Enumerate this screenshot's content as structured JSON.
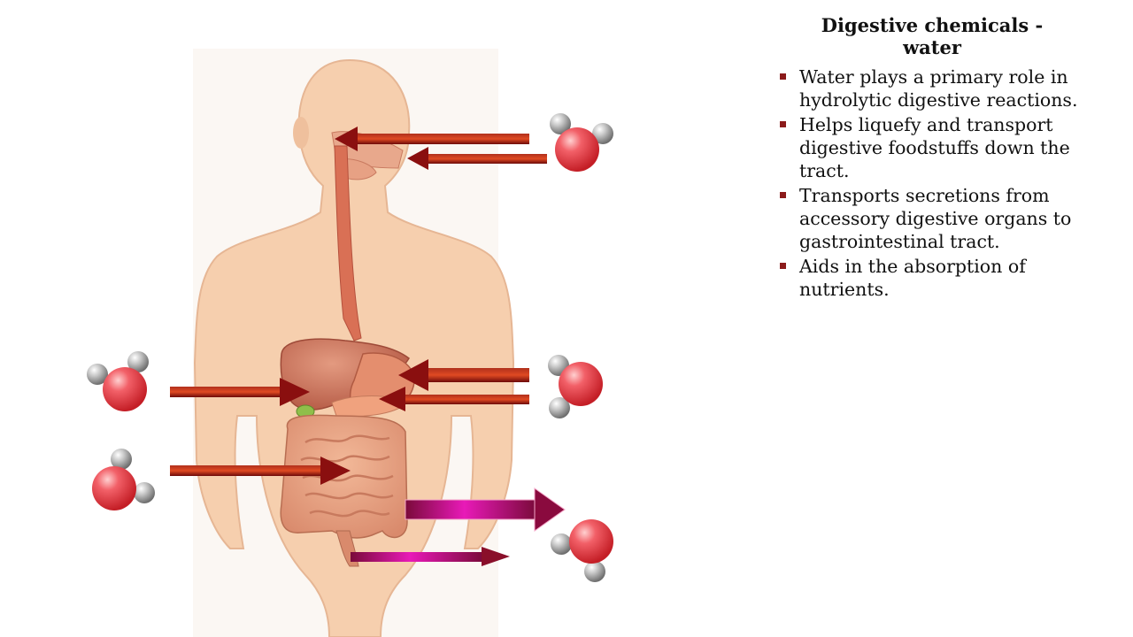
{
  "slide": {
    "title_line1": "Digestive chemicals -",
    "title_line2": "water",
    "bullets": [
      "Water plays a primary role in hydrolytic digestive reactions.",
      "Helps liquefy and transport digestive foodstuffs down the tract.",
      "Transports secretions from accessory digestive organs to gastrointestinal tract.",
      "Aids in the absorption of nutrients."
    ],
    "bullet_marker_color": "#8b1a1a"
  },
  "diagram": {
    "body_color": "#f6cfae",
    "organ_color": "#d98a6c",
    "arrow_in_color": "#8a0f0f",
    "arrow_out_color": "#c2189a",
    "molecule_oxygen_color": "#e8343a",
    "molecule_hydrogen_color": "#9a9a9a",
    "icons": [
      "water-molecule-icon",
      "arrow-in-icon",
      "arrow-out-icon"
    ]
  }
}
